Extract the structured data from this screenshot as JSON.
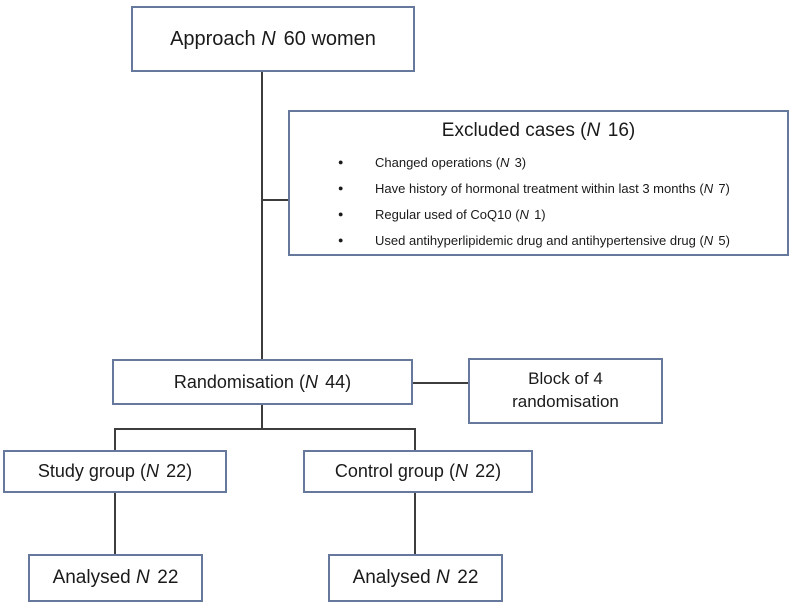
{
  "diagram": {
    "approach": {
      "pre": "Approach ",
      "n": "N",
      "post": " 60 women"
    },
    "excluded": {
      "bullet": "●",
      "title": {
        "pre": "Excluded cases (",
        "n": "N",
        "post": " 16)"
      },
      "items": [
        {
          "pre": "Changed operations (",
          "n": "N",
          "post": " 3)"
        },
        {
          "pre": "Have history of hormonal treatment within last 3 months (",
          "n": "N",
          "post": " 7)"
        },
        {
          "pre": "Regular used of CoQ10 (",
          "n": "N",
          "post": " 1)"
        },
        {
          "pre": "Used antihyperlipidemic drug and antihypertensive drug (",
          "n": "N",
          "post": " 5)"
        }
      ]
    },
    "randomisation": {
      "pre": "Randomisation (",
      "n": "N",
      "post": " 44)"
    },
    "block": {
      "line1": "Block of 4",
      "line2": "randomisation"
    },
    "study": {
      "pre": "Study group (",
      "n": "N",
      "post": " 22)"
    },
    "control": {
      "pre": "Control group (",
      "n": "N",
      "post": " 22)"
    },
    "analysed_left": {
      "pre": "Analysed ",
      "n": "N",
      "post": " 22"
    },
    "analysed_right": {
      "pre": "Analysed ",
      "n": "N",
      "post": " 22"
    }
  },
  "colors": {
    "box_border": "#66799c",
    "connector": "#3d3d3d",
    "text": "#1a1a1a",
    "background": "#ffffff"
  }
}
